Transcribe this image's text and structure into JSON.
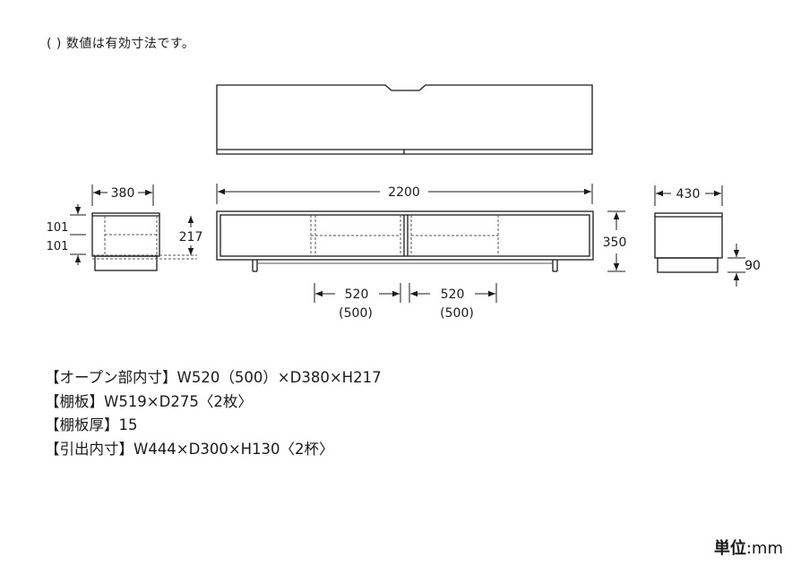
{
  "note": "( ) 数値は有効寸法です。",
  "dimensions": {
    "top_width": "380",
    "total_width": "2200",
    "right_width": "430",
    "height_101_a": "101",
    "height_101_b": "101",
    "inner_height": "217",
    "total_height": "350",
    "leg_height": "90",
    "opening_left": "520",
    "opening_left_effective": "(500)",
    "opening_right": "520",
    "opening_right_effective": "(500)"
  },
  "specs": [
    "【オープン部内寸】W520（500）×D380×H217",
    "【棚板】W519×D275〈2枚〉",
    "【棚板厚】15",
    "【引出内寸】W444×D300×H130〈2杯〉"
  ],
  "unit": {
    "label": "単位",
    "value": ":mm"
  },
  "colors": {
    "line": "#1a1a1a",
    "dash": "#555555",
    "background": "#ffffff"
  }
}
